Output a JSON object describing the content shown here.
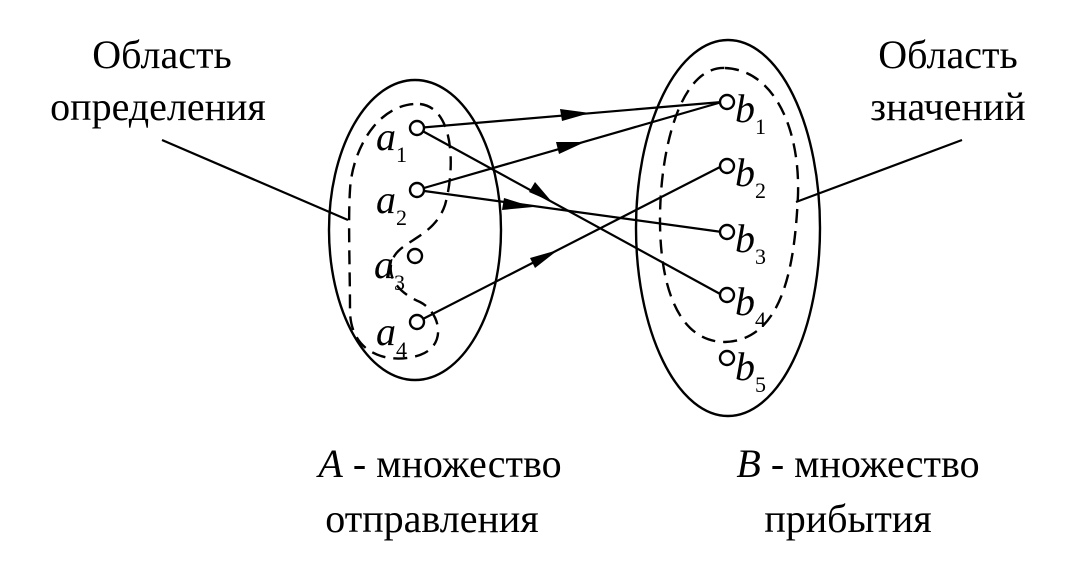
{
  "labels": {
    "domain_line1": "Область",
    "domain_line2": "определения",
    "range_line1": "Область",
    "range_line2": "значений",
    "setA_name": "A",
    "setA_line1_rest": " - множество",
    "setA_line2": "отправления",
    "setB_name": "B",
    "setB_line1_rest": " - множество",
    "setB_line2": "прибытия"
  },
  "elements": {
    "a": [
      {
        "letter": "a",
        "index": "1"
      },
      {
        "letter": "a",
        "index": "2"
      },
      {
        "letter": "a",
        "index": "3"
      },
      {
        "letter": "a",
        "index": "4"
      }
    ],
    "b": [
      {
        "letter": "b",
        "index": "1"
      },
      {
        "letter": "b",
        "index": "2"
      },
      {
        "letter": "b",
        "index": "3"
      },
      {
        "letter": "b",
        "index": "4"
      },
      {
        "letter": "b",
        "index": "5"
      }
    ]
  },
  "mappings": [
    {
      "from": "a1",
      "to": "b1"
    },
    {
      "from": "a1",
      "to": "b4"
    },
    {
      "from": "a2",
      "to": "b1"
    },
    {
      "from": "a2",
      "to": "b3"
    },
    {
      "from": "a4",
      "to": "b2"
    }
  ]
}
